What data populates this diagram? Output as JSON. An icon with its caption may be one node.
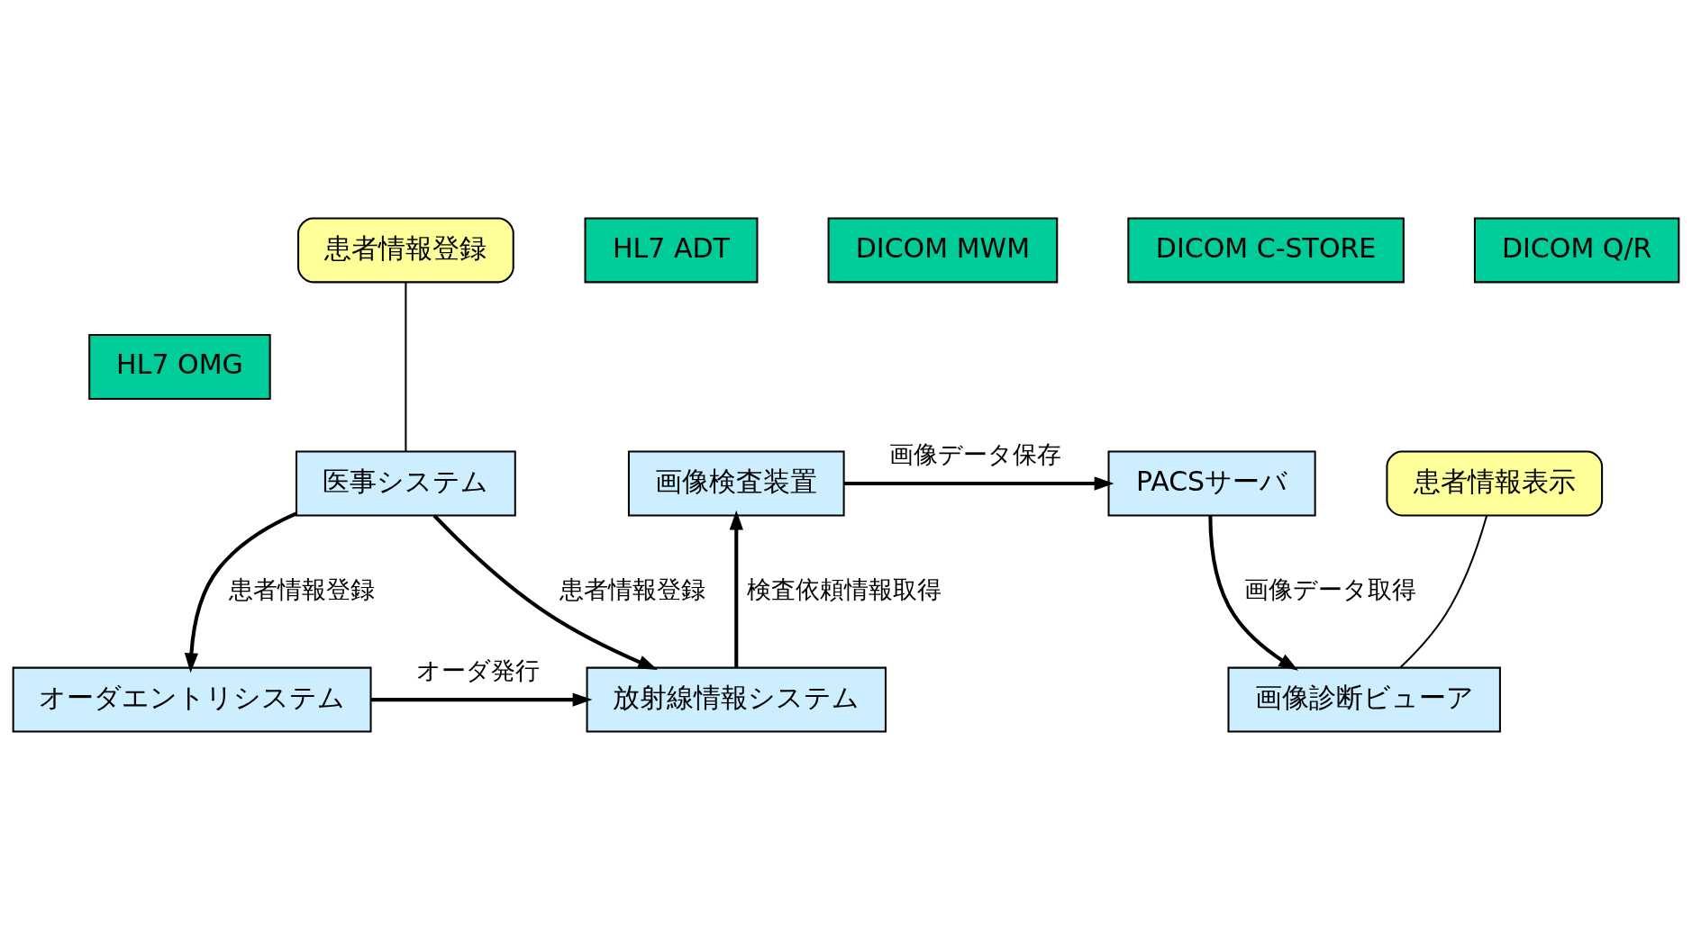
{
  "diagram": {
    "nodes": [
      {
        "text": [
          "医事システム"
        ]
      },
      {
        "text": [
          "オーダエントリシステム"
        ]
      },
      {
        "text": [
          "放射線情報システム"
        ]
      },
      {
        "text": [
          "画像検査装置"
        ]
      },
      {
        "text": [
          "PACSサーバ"
        ]
      },
      {
        "text": [
          "画像診断ビューア"
        ]
      },
      {
        "text": [
          "患者情報登録"
        ]
      },
      {
        "text": [
          "HL7 ADT"
        ]
      },
      {
        "text": [
          "DICOM MWM"
        ]
      },
      {
        "text": [
          "DICOM C-STORE"
        ]
      },
      {
        "text": [
          "DICOM Q/R"
        ]
      },
      {
        "text": [
          "HL7 OMG"
        ]
      },
      {
        "text": [
          "患者情報表示"
        ]
      }
    ],
    "edges": [
      {
        "from": 0,
        "to": 1,
        "arrow": "to",
        "label": "患者情報登録"
      },
      {
        "from": 0,
        "to": 2,
        "arrow": "to",
        "label": "患者情報登録"
      },
      {
        "from": 1,
        "to": 2,
        "arrow": "to",
        "label": "オーダ発行"
      },
      {
        "from": 2,
        "to": 3,
        "arrow": "to",
        "label": "検査依頼情報取得"
      },
      {
        "from": 3,
        "to": 4,
        "arrow": "to",
        "label": "画像データ保存"
      },
      {
        "from": 4,
        "to": 5,
        "arrow": "to",
        "label": "画像データ取得"
      },
      {
        "from": 6,
        "to": 0,
        "arrow": "none"
      },
      {
        "from": 12,
        "to": 5,
        "arrow": "none"
      }
    ]
  }
}
